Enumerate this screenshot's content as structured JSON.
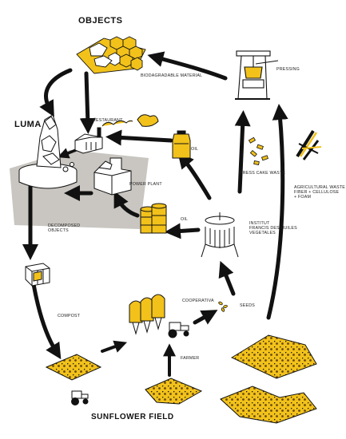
{
  "titles": {
    "objects": "OBJECTS",
    "luma": "LUMA",
    "sunflower_field": "SUNFLOWER FIELD"
  },
  "labels": {
    "biodegradable_material": "BIODAGRADABLE MATERIAL",
    "pressing": "PRESSING",
    "restaurant": "RESTAURANT",
    "oil_top": "OIL",
    "power_plant": "POWER PLANT",
    "oil_barrels": "OIL",
    "press_cake_waste": "PRESS CAKE WASTE",
    "agricultural_waste": [
      "AGRICULTURAL WASTE",
      "FIBER + CELLULOSE",
      "+ FOAM"
    ],
    "institut": [
      "INSTITUT",
      "FRANCIS DES HUILES",
      "VEGETALES"
    ],
    "decomposed_objects": [
      "DECOMPOSED",
      "OBJECTS"
    ],
    "compost": "COMPOST",
    "cooperativa": "COOPERATIVA",
    "seeds": "SEEDS",
    "farmer": "FARMER"
  },
  "colors": {
    "accent": "#f2c21b",
    "ink": "#111111",
    "ground": "#c9c6c1"
  },
  "icons": [
    "hexagon-objects-icon",
    "oil-press-icon",
    "luma-tower-icon",
    "restaurant-icon",
    "oil-bottle-icon",
    "power-plant-icon",
    "oil-barrels-icon",
    "press-cake-icon",
    "agricultural-waste-icon",
    "cooperativa-silos-icon",
    "tractor-icon",
    "compost-crate-icon",
    "sunflower-field-icon",
    "seed-icon"
  ]
}
